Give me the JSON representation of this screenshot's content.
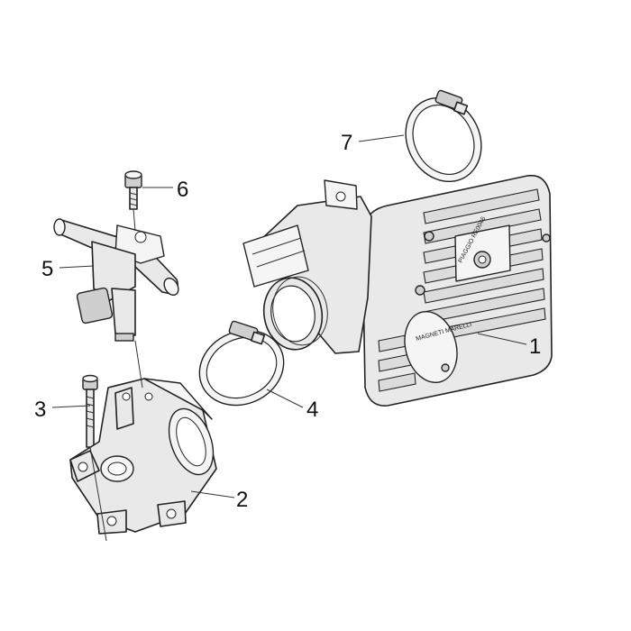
{
  "diagram": {
    "callouts": [
      {
        "id": "1",
        "label": "1"
      },
      {
        "id": "2",
        "label": "2"
      },
      {
        "id": "3",
        "label": "3"
      },
      {
        "id": "4",
        "label": "4"
      },
      {
        "id": "5",
        "label": "5"
      },
      {
        "id": "6",
        "label": "6"
      },
      {
        "id": "7",
        "label": "7"
      }
    ],
    "body_marking": "PIAGGIO RE0046",
    "logo_text": "MAGNETI MARELLI"
  }
}
